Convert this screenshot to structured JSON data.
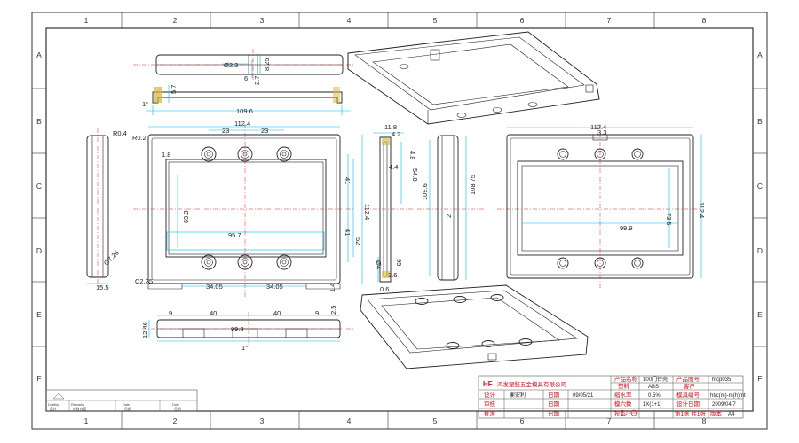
{
  "grid": {
    "columns": [
      "1",
      "2",
      "3",
      "4",
      "5",
      "6",
      "7",
      "8"
    ],
    "rows": [
      "A",
      "B",
      "C",
      "D",
      "E",
      "F"
    ]
  },
  "dims": {
    "d_23a": "Ø2.3",
    "d_825": "8.25",
    "d_27": "2.7",
    "d_57": "5.7",
    "d_1a": "1°",
    "d_1096": "109.6",
    "d_1124_top": "112.4",
    "d_23_l": "23",
    "d_23_r": "23",
    "d_18": "1.8",
    "d_r02": "R0.2",
    "d_r04": "R0.4",
    "d_693": "69.3",
    "d_957": "95.7",
    "d_41a": "41",
    "d_41b": "41",
    "d_52": "52",
    "d_1124_side": "112.4",
    "d_726": "Ø7.26",
    "d_155": "15.5",
    "d_c225": "C2.25",
    "d_3405a": "34.05",
    "d_3405b": "34.05",
    "d_14": "1.4",
    "d_118": "11.8",
    "d_42": "4.2",
    "d_48": "4.8",
    "d_44": "4.4",
    "d_548": "54.8",
    "d_04": "Ø4",
    "d_95": "95",
    "d_36": "3.6",
    "d_06": "0.6",
    "d_1096v": "109.6",
    "d_2v": "2",
    "d_10875": "108.75",
    "d_1124_r": "112.4",
    "d_33": "3.3",
    "d_735": "73.5",
    "d_999": "99.9",
    "d_1124_rv": "112.4",
    "d_9a": "9",
    "d_40a": "40",
    "d_40b": "40",
    "d_9b": "9",
    "d_25": "2.5",
    "d_1246": "12.46",
    "d_998": "99.8",
    "d_1b": "1°"
  },
  "title_block": {
    "logo": "HF",
    "company": "鸿发塑胶五金模具有限公司",
    "r1": [
      "产品名称",
      "100门铃壳",
      "产品图号",
      "hfcp035"
    ],
    "r2": [
      "塑料",
      "ABS",
      "客户",
      ""
    ],
    "r3": [
      "设计",
      "衡安利",
      "日期",
      "09/05/21",
      "缩水率",
      "0.5%",
      "模具编号",
      "ht/c(m)-m(h)mt"
    ],
    "r4": [
      "审核",
      "",
      "日期",
      "",
      "模穴数",
      "1X(1+1)",
      "设计日期",
      "2009/04/7"
    ],
    "r5": [
      "批准",
      "",
      "日期",
      "",
      "投影",
      "",
      "第1张 共1张",
      "版本",
      "A4"
    ]
  },
  "revision_block": {
    "labels": [
      "Drafting",
      "Remarks",
      "Date",
      "Date"
    ],
    "values": [
      "设计",
      "修改内容",
      "日期",
      "日期"
    ]
  }
}
